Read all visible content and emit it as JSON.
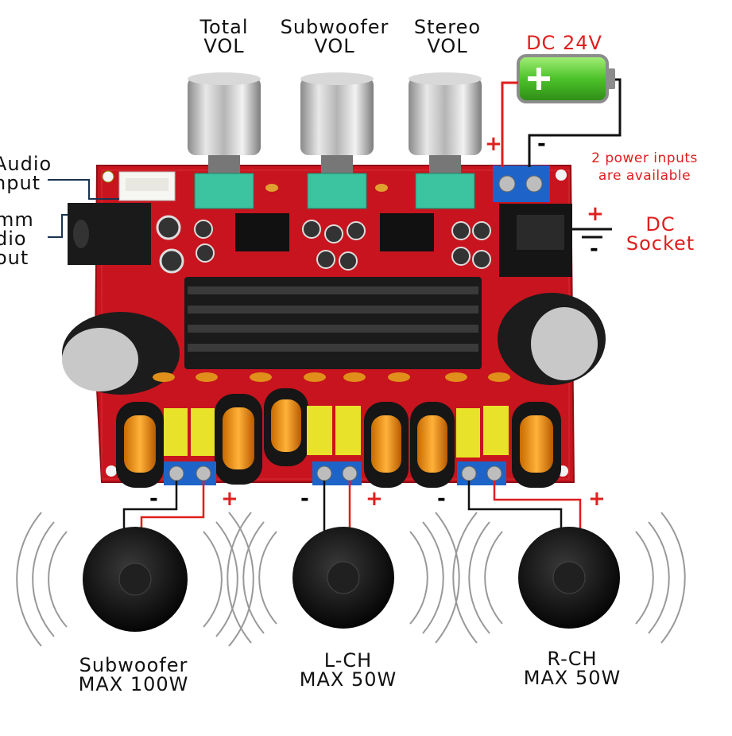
{
  "knobs": {
    "total": {
      "line1": "Total",
      "line2": "VOL"
    },
    "subwoofer": {
      "line1": "Subwoofer",
      "line2": "VOL"
    },
    "stereo": {
      "line1": "Stereo",
      "line2": "VOL"
    }
  },
  "power": {
    "battery_label": "DC 24V",
    "note_line1": "2 power inputs",
    "note_line2": "are available",
    "socket_line1": "DC",
    "socket_line2": "Socket"
  },
  "inputs": {
    "aux_line1": "Audio",
    "aux_line2": "nput",
    "jack_line1": "mm",
    "jack_line2": "dio",
    "jack_line3": "out"
  },
  "signs": {
    "plus": "+",
    "minus": "-"
  },
  "speakers": [
    {
      "name": "Subwoofer",
      "power": "MAX 100W"
    },
    {
      "name": "L-CH",
      "power": "MAX 50W"
    },
    {
      "name": "R-CH",
      "power": "MAX 50W"
    }
  ],
  "colors": {
    "board": "#c8141e",
    "accent_red": "#e01e1e",
    "battery_green": "#58d63a",
    "terminal_blue": "#1e64c8",
    "heatsink": "#1a1a1a"
  }
}
